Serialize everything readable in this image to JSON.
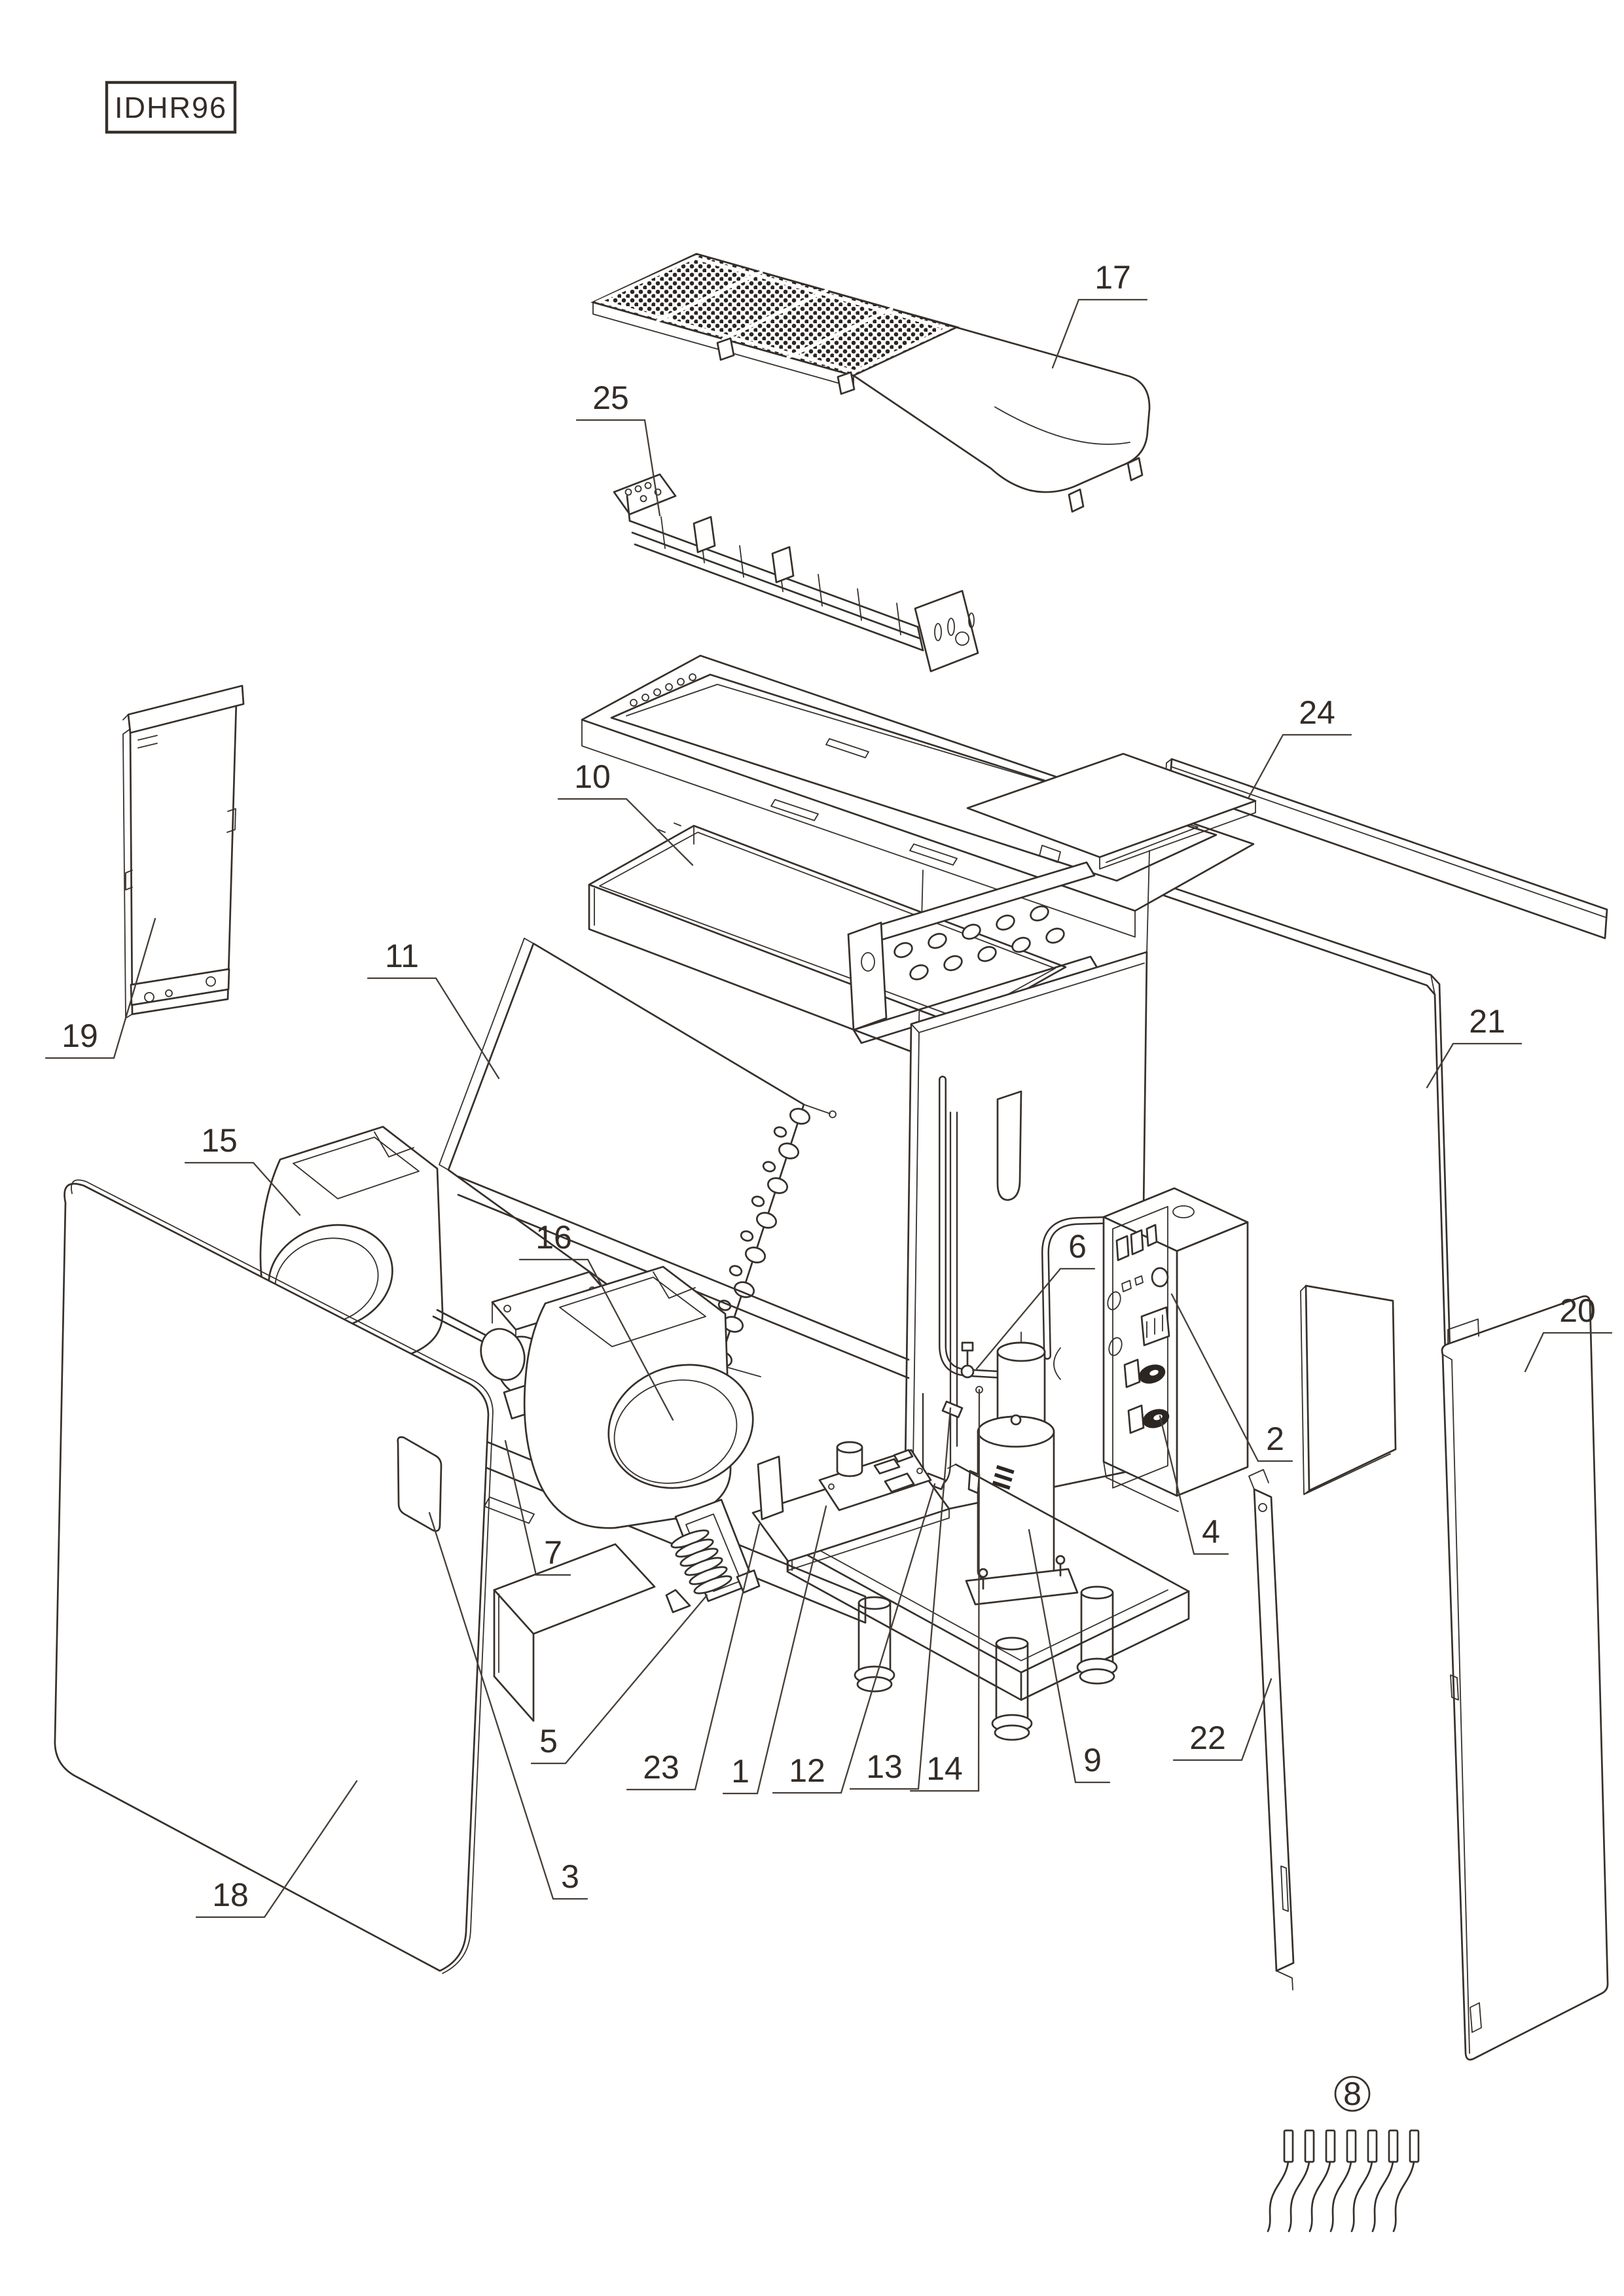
{
  "model_label": "IDHR96",
  "callouts": {
    "p1": {
      "label": "1"
    },
    "p2": {
      "label": "2"
    },
    "p3": {
      "label": "3"
    },
    "p4": {
      "label": "4"
    },
    "p5": {
      "label": "5"
    },
    "p6": {
      "label": "6"
    },
    "p7": {
      "label": "7"
    },
    "p8": {
      "label": "8"
    },
    "p9": {
      "label": "9"
    },
    "p10": {
      "label": "10"
    },
    "p11": {
      "label": "11"
    },
    "p12": {
      "label": "12"
    },
    "p13": {
      "label": "13"
    },
    "p14": {
      "label": "14"
    },
    "p15": {
      "label": "15"
    },
    "p16": {
      "label": "16"
    },
    "p17": {
      "label": "17"
    },
    "p18": {
      "label": "18"
    },
    "p19": {
      "label": "19"
    },
    "p20": {
      "label": "20"
    },
    "p21": {
      "label": "21"
    },
    "p22": {
      "label": "22"
    },
    "p23": {
      "label": "23"
    },
    "p24": {
      "label": "24"
    },
    "p25": {
      "label": "25"
    }
  }
}
